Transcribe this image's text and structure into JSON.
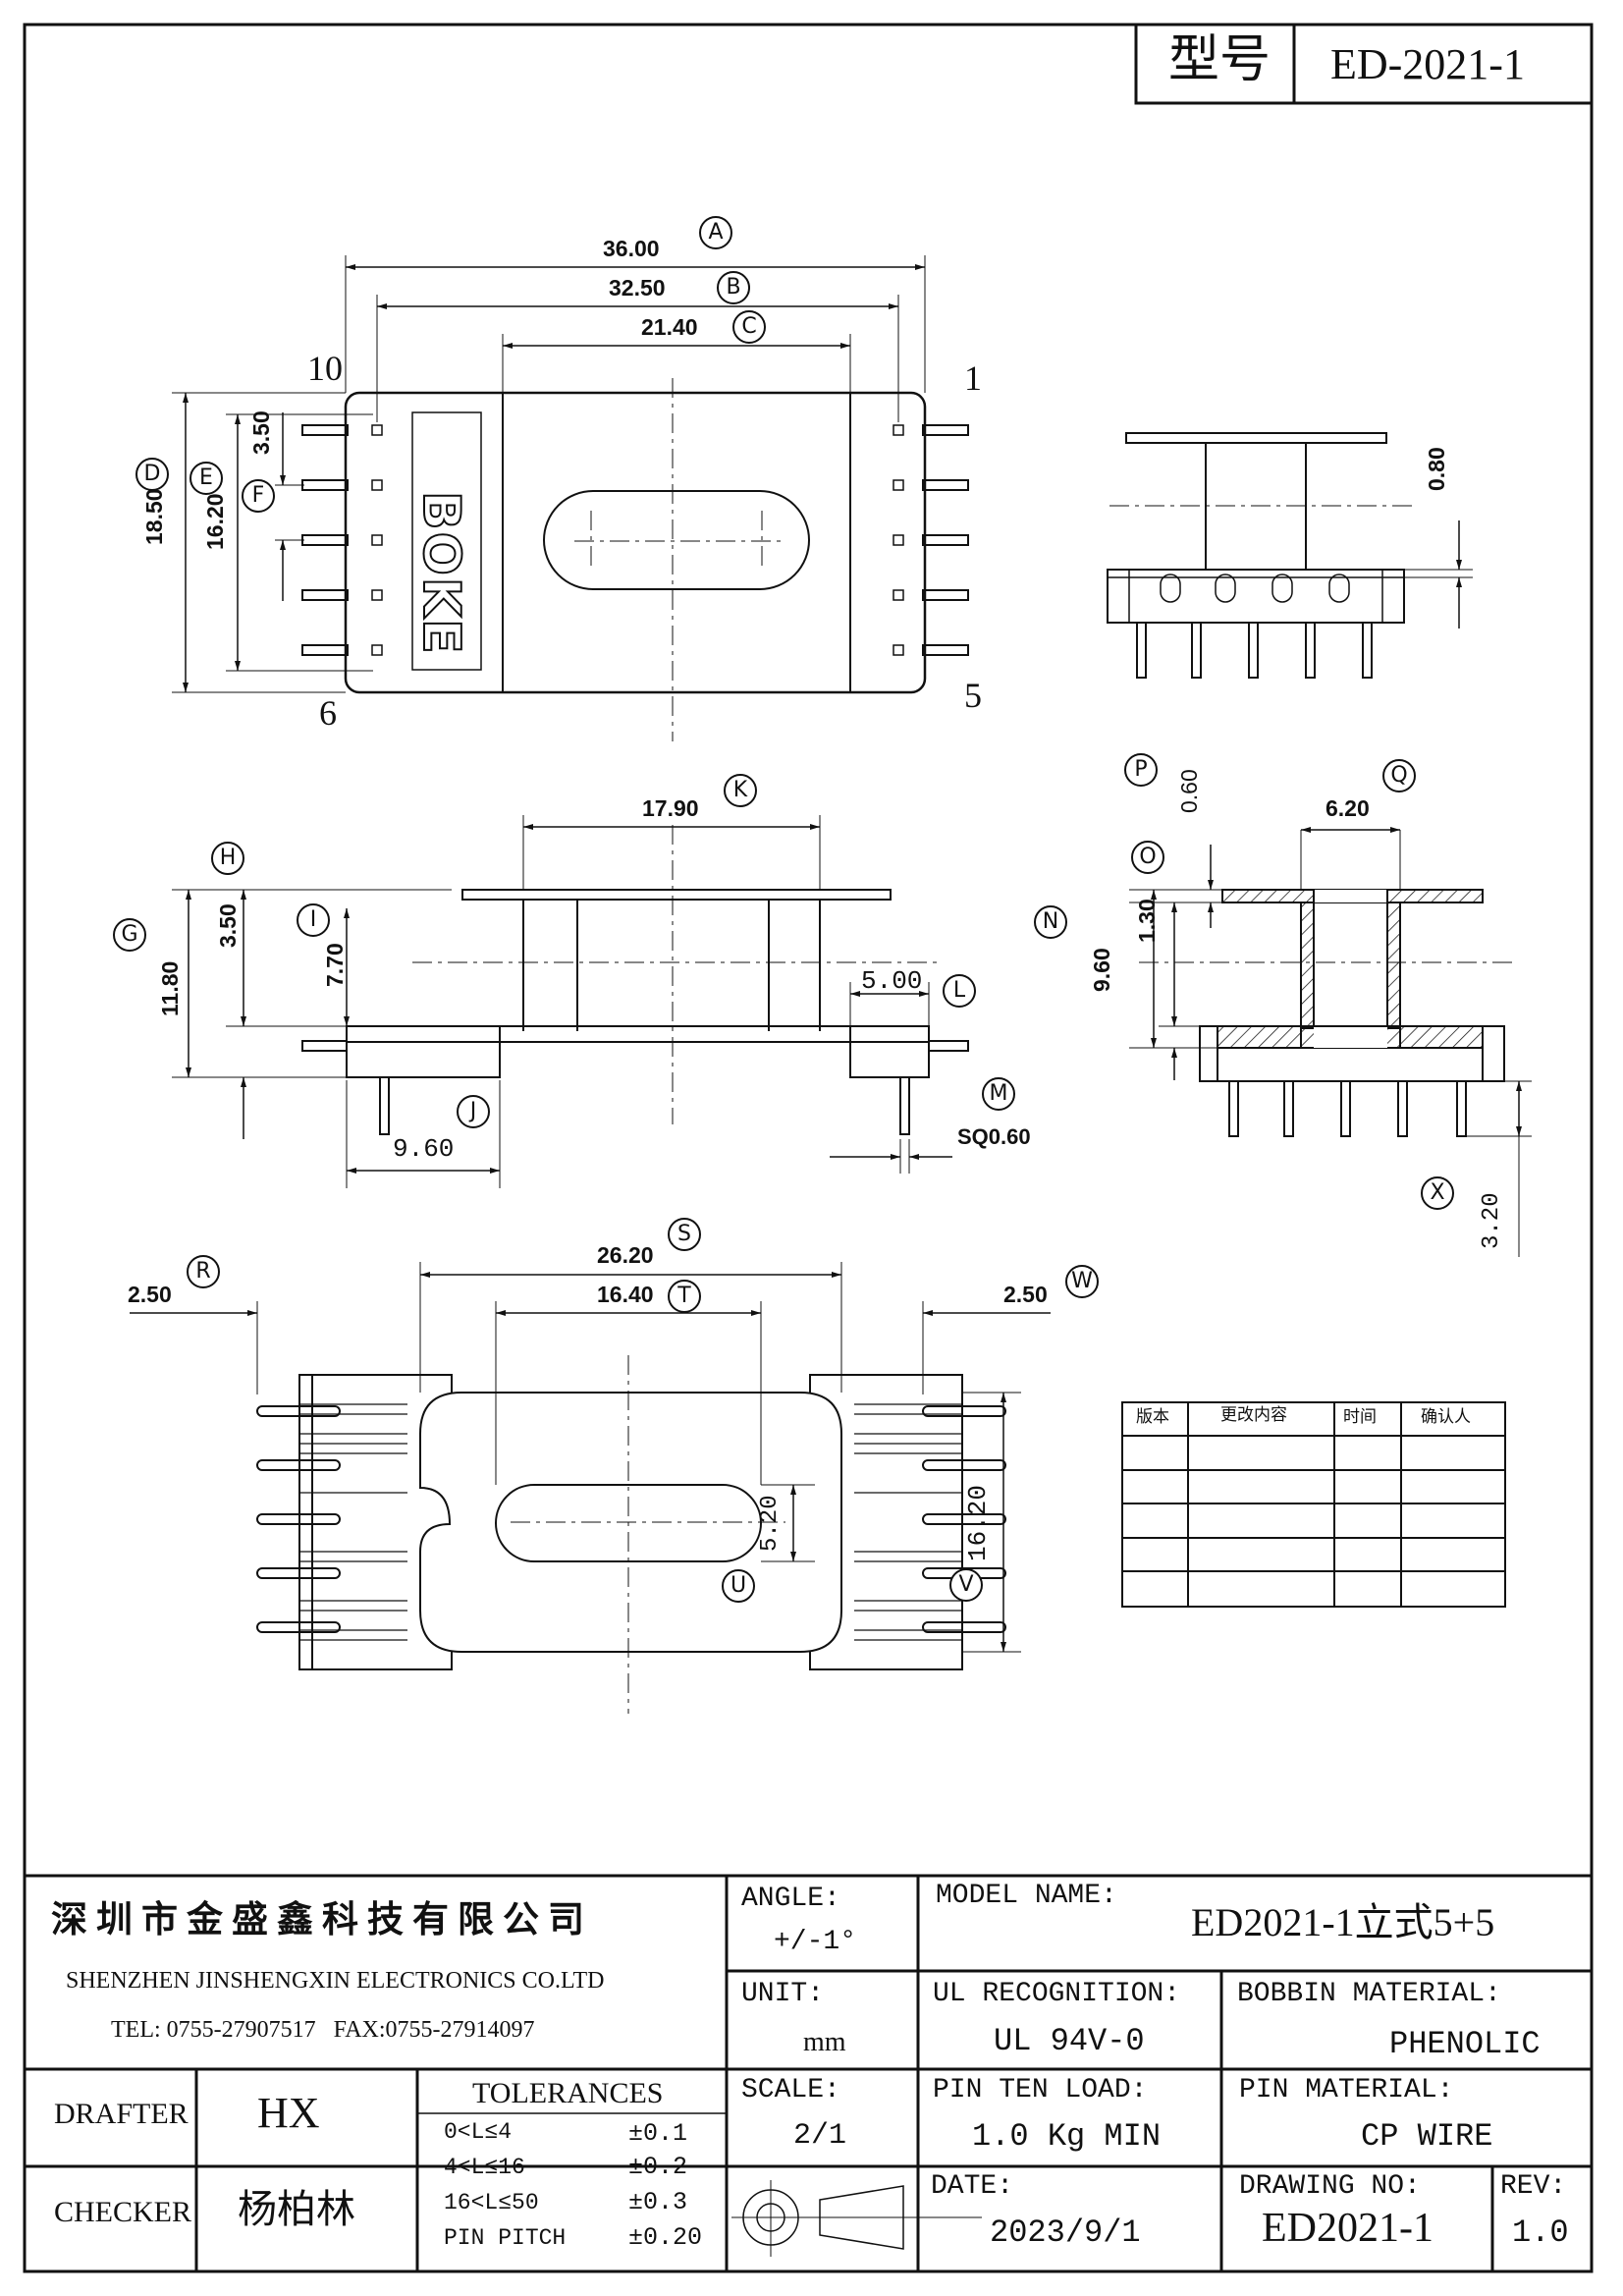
{
  "header": {
    "model_label": "型号",
    "model_value": "ED-2021-1"
  },
  "top_view": {
    "dims": {
      "a": "36.00",
      "b": "32.50",
      "c": "21.40",
      "d": "18.50",
      "e": "16.20",
      "f": "3.50"
    },
    "letters": {
      "a": "A",
      "b": "B",
      "c": "C",
      "d": "D",
      "e": "E",
      "f": "F"
    },
    "pins": {
      "p10": "10",
      "p1": "1",
      "p6": "6",
      "p5": "5"
    },
    "logo": "BOKE"
  },
  "side_right_top": {
    "dim": "0.80"
  },
  "front_view": {
    "dims": {
      "k": "17.90",
      "h": "3.50",
      "g": "11.80",
      "i": "7.70",
      "l": "5.00",
      "j": "9.60",
      "m": "SQ0.60"
    },
    "letters": {
      "k": "K",
      "h": "H",
      "g": "G",
      "i": "I",
      "l": "L",
      "j": "J",
      "m": "M"
    }
  },
  "section_view": {
    "dims": {
      "p": "0.60",
      "q": "6.20",
      "o": "1.30",
      "n": "9.60",
      "x": "3.20"
    },
    "letters": {
      "p": "P",
      "q": "Q",
      "o": "O",
      "n": "N",
      "x": "X"
    }
  },
  "bottom_view": {
    "dims": {
      "r": "2.50",
      "s": "26.20",
      "t": "16.40",
      "w": "2.50",
      "u": "5.20",
      "v": "16.20"
    },
    "letters": {
      "r": "R",
      "s": "S",
      "t": "T",
      "w": "W",
      "u": "U",
      "v": "V"
    }
  },
  "revision_table": {
    "headers": [
      "版本",
      "更改内容",
      "时间",
      "确认人"
    ]
  },
  "title_block": {
    "company_cn": "深圳市金盛鑫科技有限公司",
    "company_en": "SHENZHEN JINSHENGXIN ELECTRONICS CO.LTD",
    "contact": "TEL: 0755-27907517   FAX:0755-27914097",
    "angle_label": "ANGLE:",
    "angle_value": "+/-1°",
    "model_label": "MODEL NAME:",
    "model_value": "ED2021-1立式5+5",
    "unit_label": "UNIT:",
    "unit_value": "mm",
    "ul_label": "UL RECOGNITION:",
    "ul_value": "UL 94V-0",
    "bobbin_label": "BOBBIN MATERIAL:",
    "bobbin_value": "PHENOLIC",
    "drafter_label": "DRAFTER",
    "drafter_value": "HX",
    "tolerances_label": "TOLERANCES",
    "tol_rows": [
      {
        "range": "0<L≤4",
        "value": "±0.1"
      },
      {
        "range": "4<L≤16",
        "value": "±0.2"
      },
      {
        "range": "16<L≤50",
        "value": "±0.3"
      },
      {
        "range": "PIN PITCH",
        "value": "±0.20"
      }
    ],
    "scale_label": "SCALE:",
    "scale_value": "2/1",
    "pin_load_label": "PIN TEN LOAD:",
    "pin_load_value": "1.0 Kg MIN",
    "pin_mat_label": "PIN MATERIAL:",
    "pin_mat_value": "CP WIRE",
    "checker_label": "CHECKER",
    "checker_value": "杨柏林",
    "date_label": "DATE:",
    "date_value": "2023/9/1",
    "drawing_no_label": "DRAWING NO:",
    "drawing_no_value": "ED2021-1",
    "rev_label": "REV:",
    "rev_value": "1.0"
  }
}
